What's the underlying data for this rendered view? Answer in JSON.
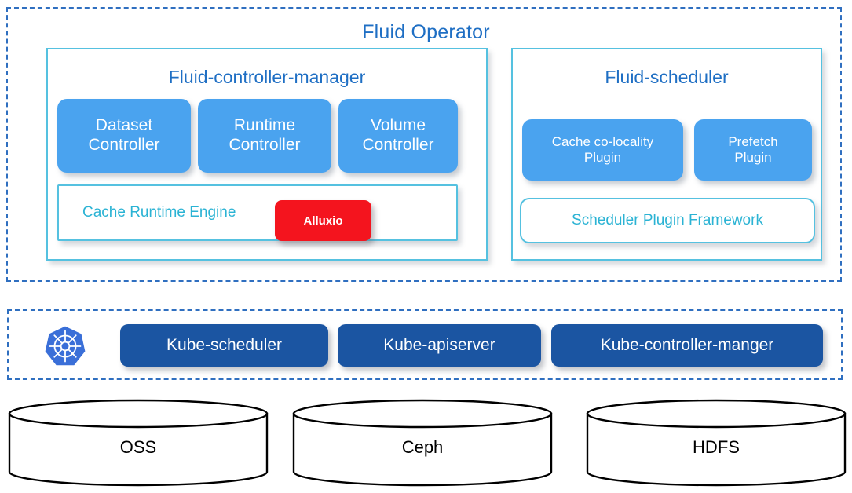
{
  "operator": {
    "title": "Fluid Operator",
    "controller_manager": {
      "title": "Fluid-controller-manager",
      "controllers": [
        {
          "label": "Dataset\nController",
          "name": "dataset-controller"
        },
        {
          "label": "Runtime\nController",
          "name": "runtime-controller"
        },
        {
          "label": "Volume\nController",
          "name": "volume-controller"
        }
      ],
      "engine": {
        "label": "Cache Runtime Engine",
        "badge": "Alluxio",
        "badge_color": "#f4141e"
      }
    },
    "scheduler": {
      "title": "Fluid-scheduler",
      "plugins": [
        {
          "label": "Cache co-locality\nPlugin",
          "name": "cache-colocality-plugin"
        },
        {
          "label": "Prefetch\nPlugin",
          "name": "prefetch-plugin"
        }
      ],
      "framework": {
        "label": "Scheduler Plugin Framework"
      }
    }
  },
  "kubernetes": {
    "logo_icon": "kubernetes-logo-icon",
    "components": [
      {
        "label": "Kube-scheduler",
        "name": "kube-scheduler"
      },
      {
        "label": "Kube-apiserver",
        "name": "kube-apiserver"
      },
      {
        "label": "Kube-controller-manger",
        "name": "kube-controller-manager"
      }
    ]
  },
  "storage": {
    "systems": [
      {
        "label": "OSS",
        "name": "oss"
      },
      {
        "label": "Ceph",
        "name": "ceph"
      },
      {
        "label": "HDFS",
        "name": "hdfs"
      }
    ]
  },
  "colors": {
    "title_blue": "#1f6fc4",
    "panel_border": "#55c1e0",
    "box_blue": "#4aa3ef",
    "navy": "#1b55a2",
    "teal_text": "#2bb3d4",
    "dashed_border": "#2f6fc0"
  }
}
